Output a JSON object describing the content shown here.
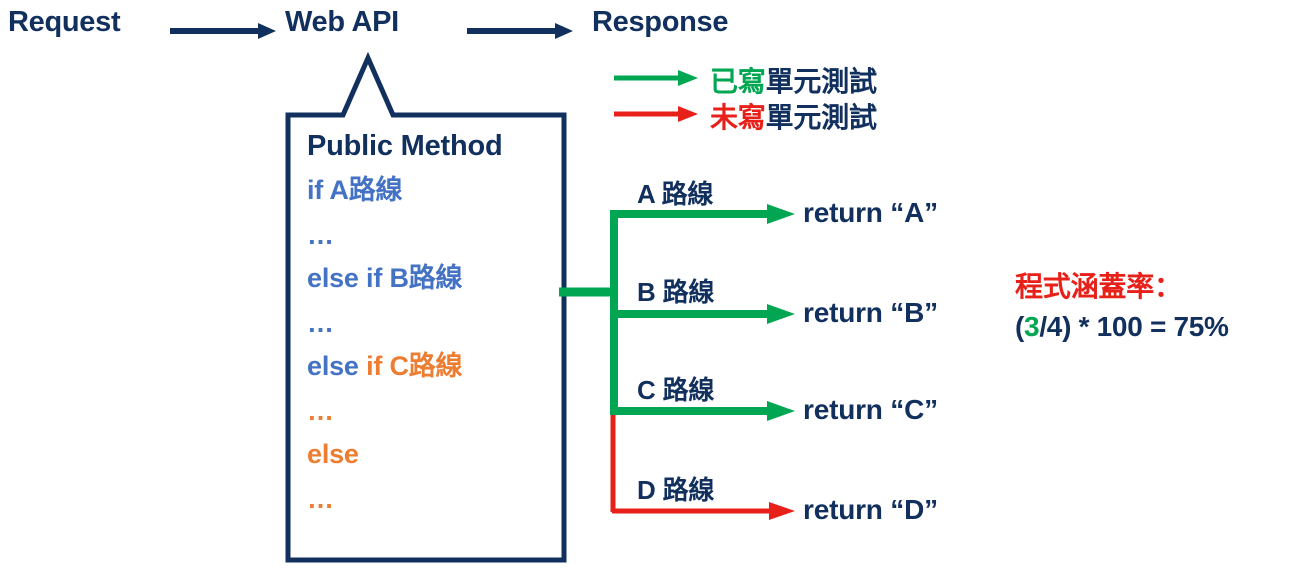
{
  "colors": {
    "navy": "#12305E",
    "blue": "#4472C4",
    "orange": "#ED7D31",
    "green": "#00A651",
    "red": "#E8201A",
    "background": "#FFFFFF"
  },
  "flow": {
    "request": "Request",
    "web_api": "Web API",
    "response": "Response",
    "arrow1_icon": "right-arrow-icon",
    "arrow2_icon": "right-arrow-icon"
  },
  "legend": {
    "covered": {
      "arrow_icon": "green-right-arrow-icon",
      "highlight": "已寫",
      "rest": "單元測試"
    },
    "uncovered": {
      "arrow_icon": "red-right-arrow-icon",
      "highlight": "未寫",
      "rest": "單元測試"
    }
  },
  "callout": {
    "title": "Public Method",
    "code_lines": [
      {
        "parts": [
          {
            "text": "if A路線",
            "color": "blue"
          }
        ]
      },
      {
        "parts": [
          {
            "text": "…",
            "color": "blue"
          }
        ]
      },
      {
        "parts": [
          {
            "text": "else if B路線",
            "color": "blue"
          }
        ]
      },
      {
        "parts": [
          {
            "text": "…",
            "color": "blue"
          }
        ]
      },
      {
        "parts": [
          {
            "text": "else ",
            "color": "blue"
          },
          {
            "text": "if C路線",
            "color": "orange"
          }
        ]
      },
      {
        "parts": [
          {
            "text": "…",
            "color": "orange"
          }
        ]
      },
      {
        "parts": [
          {
            "text": "else",
            "color": "orange"
          }
        ]
      },
      {
        "parts": [
          {
            "text": "…",
            "color": "orange"
          }
        ]
      }
    ]
  },
  "branches": [
    {
      "path_label": "A 路線",
      "return_label": "return “A”",
      "status": "covered",
      "color": "#00A651"
    },
    {
      "path_label": "B 路線",
      "return_label": "return “B”",
      "status": "covered",
      "color": "#00A651"
    },
    {
      "path_label": "C 路線",
      "return_label": "return “C”",
      "status": "covered",
      "color": "#00A651"
    },
    {
      "path_label": "D 路線",
      "return_label": "return “D”",
      "status": "uncovered",
      "color": "#E8201A"
    }
  ],
  "coverage": {
    "title": "程式涵蓋率：",
    "formula_prefix": "(",
    "covered_count": "3",
    "formula_mid": "/4) * 100 = ",
    "percent": "75%"
  }
}
